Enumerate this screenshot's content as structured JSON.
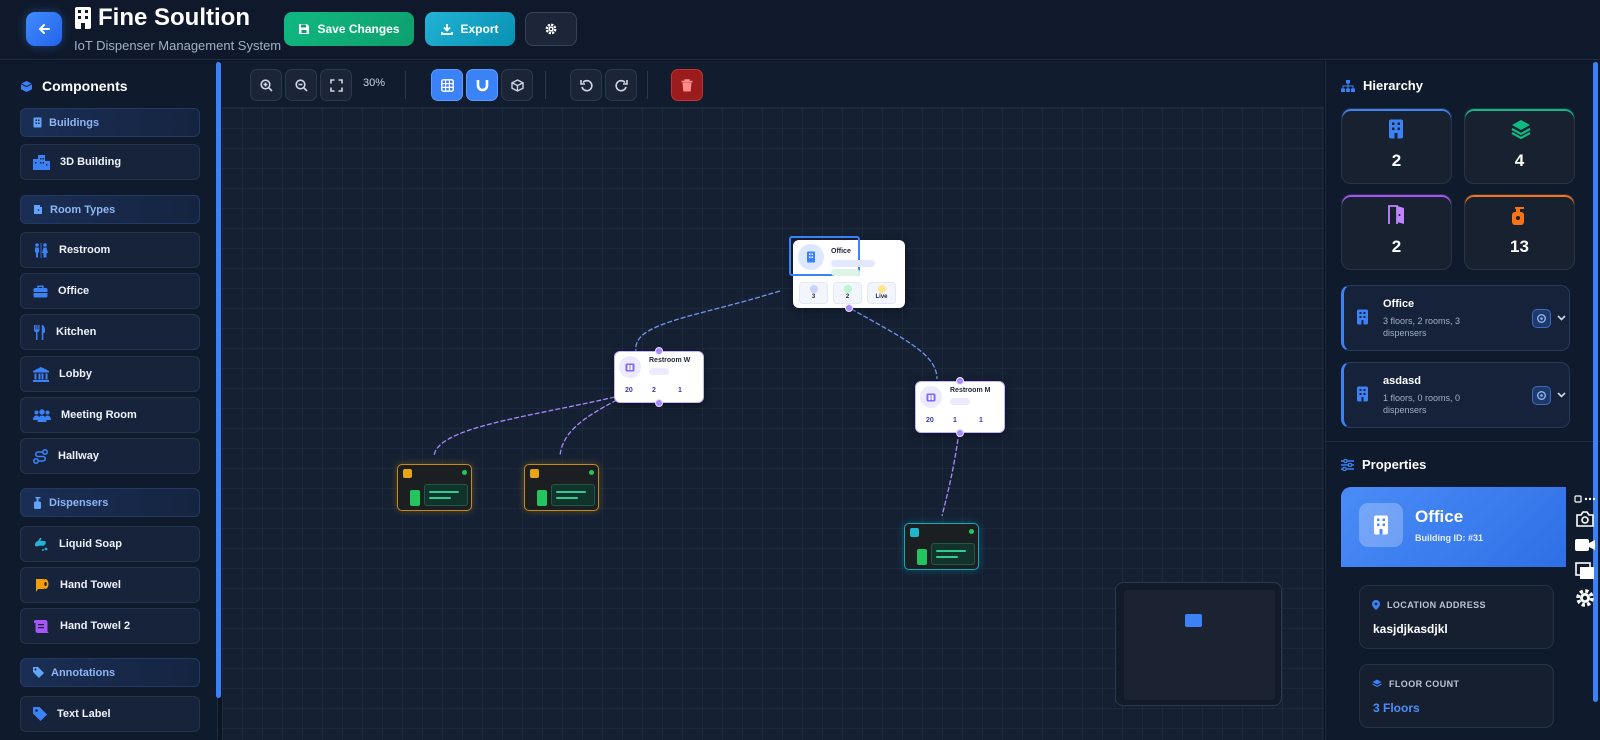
{
  "header": {
    "title": "Fine Soultion",
    "subtitle": "IoT Dispenser Management System",
    "save_label": "Save Changes",
    "export_label": "Export"
  },
  "components": {
    "title": "Components",
    "sections": {
      "buildings": "Buildings",
      "room_types": "Room Types",
      "dispensers": "Dispensers",
      "annotations": "Annotations"
    },
    "items": {
      "building_3d": "3D Building",
      "restroom": "Restroom",
      "office": "Office",
      "kitchen": "Kitchen",
      "lobby": "Lobby",
      "meeting_room": "Meeting Room",
      "hallway": "Hallway",
      "liquid_soap": "Liquid Soap",
      "hand_towel": "Hand Towel",
      "hand_towel_2": "Hand Towel 2",
      "text_label": "Text Label"
    }
  },
  "toolbar": {
    "zoom": "30%"
  },
  "canvas": {
    "office_node": {
      "name": "Office",
      "stats": [
        "3",
        "2",
        "Live"
      ]
    },
    "restroom_w": {
      "name": "Restroom W",
      "stats": [
        "20",
        "2",
        "1"
      ]
    },
    "restroom_m": {
      "name": "Restroom M",
      "stats": [
        "20",
        "1",
        "1"
      ]
    }
  },
  "hierarchy": {
    "title": "Hierarchy",
    "stats": {
      "buildings": "2",
      "floors": "4",
      "rooms": "2",
      "dispensers": "13"
    },
    "buildings": [
      {
        "name": "Office",
        "meta": "3 floors, 2 rooms, 3 dispensers"
      },
      {
        "name": "asdasd",
        "meta": "1 floors, 0 rooms, 0 dispensers"
      }
    ]
  },
  "properties": {
    "title": "Properties",
    "name": "Office",
    "building_id": "Building ID: #31",
    "location_label": "LOCATION ADDRESS",
    "location_value": "kasjdjkasdjkl",
    "floor_label": "FLOOR COUNT",
    "floor_value": "3 Floors"
  },
  "colors": {
    "accent": "#3b82f6",
    "success": "#10b981",
    "export": "#0891b2",
    "danger": "#9b1c1c",
    "room_edge": "#a78bfa",
    "dispenser_border": "#c58a1d"
  }
}
